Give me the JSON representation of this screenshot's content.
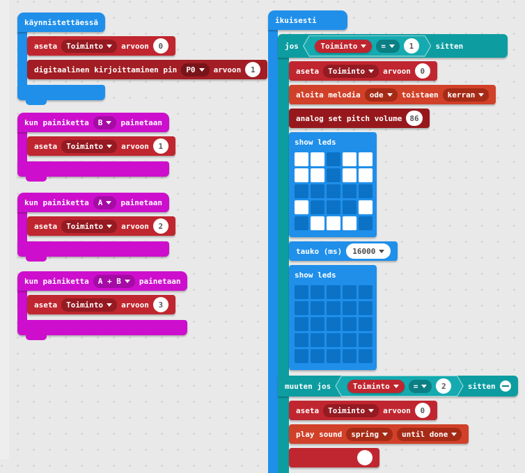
{
  "palette": {
    "workspace_bg": "#e9e9e9",
    "dot_color": "#d2d2d2",
    "basic_blue": "#1f8fea",
    "led_off_blue": "#0b72c6",
    "variables_red": "#c0262f",
    "pins_maroon": "#a31d24",
    "music_red": "#d14028",
    "dark_red": "#96181d",
    "input_magenta": "#cd0fcd",
    "logic_teal": "#0d9da1"
  },
  "icons": {
    "dropdown": "chevron-down",
    "collapse": "minus-circle"
  },
  "left": {
    "on_start": {
      "title": "käynnistettäessä"
    },
    "set_action_0": {
      "verb": "aseta",
      "variable": "Toiminto",
      "prep": "arvoon",
      "value": "0"
    },
    "digital_write": {
      "label": "digitaalinen kirjoittaminen pin",
      "pin": "P0",
      "prep": "arvoon",
      "value": "1"
    },
    "on_button_b": {
      "pre": "kun painiketta",
      "button": "B",
      "post": "painetaan"
    },
    "set_action_1": {
      "verb": "aseta",
      "variable": "Toiminto",
      "prep": "arvoon",
      "value": "1"
    },
    "on_button_a": {
      "pre": "kun painiketta",
      "button": "A",
      "post": "painetaan"
    },
    "set_action_2": {
      "verb": "aseta",
      "variable": "Toiminto",
      "prep": "arvoon",
      "value": "2"
    },
    "on_button_ab": {
      "pre": "kun painiketta",
      "button": "A + B",
      "post": "painetaan"
    },
    "set_action_3": {
      "verb": "aseta",
      "variable": "Toiminto",
      "prep": "arvoon",
      "value": "3"
    }
  },
  "right": {
    "forever": {
      "title": "ikuisesti"
    },
    "if_block": {
      "kw": "jos",
      "variable": "Toiminto",
      "op": "=",
      "value": "1",
      "then": "sitten"
    },
    "set_action_0": {
      "verb": "aseta",
      "variable": "Toiminto",
      "prep": "arvoon",
      "value": "0"
    },
    "start_melody": {
      "pre": "aloita melodia",
      "melody": "ode",
      "mid": "toistaen",
      "repeat": "kerran"
    },
    "pitch_volume": {
      "label": "analog set pitch volume",
      "value": "86"
    },
    "show_leds_1": {
      "label": "show leds",
      "grid": [
        [
          1,
          1,
          0,
          1,
          1
        ],
        [
          1,
          1,
          0,
          1,
          1
        ],
        [
          0,
          0,
          0,
          0,
          0
        ],
        [
          1,
          0,
          0,
          0,
          1
        ],
        [
          0,
          1,
          1,
          1,
          0
        ]
      ]
    },
    "pause": {
      "label": "tauko (ms)",
      "value": "16000"
    },
    "show_leds_2": {
      "label": "show leds",
      "grid": [
        [
          0,
          0,
          0,
          0,
          0
        ],
        [
          0,
          0,
          0,
          0,
          0
        ],
        [
          0,
          0,
          0,
          0,
          0
        ],
        [
          0,
          0,
          0,
          0,
          0
        ],
        [
          0,
          0,
          0,
          0,
          0
        ]
      ]
    },
    "else_if": {
      "kw": "muuten jos",
      "variable": "Toiminto",
      "op": "=",
      "value": "2",
      "then": "sitten"
    },
    "set_action_0b": {
      "verb": "aseta",
      "variable": "Toiminto",
      "prep": "arvoon",
      "value": "0"
    },
    "play_sound": {
      "pre": "play sound",
      "sound": "spring",
      "post": "until done"
    }
  }
}
